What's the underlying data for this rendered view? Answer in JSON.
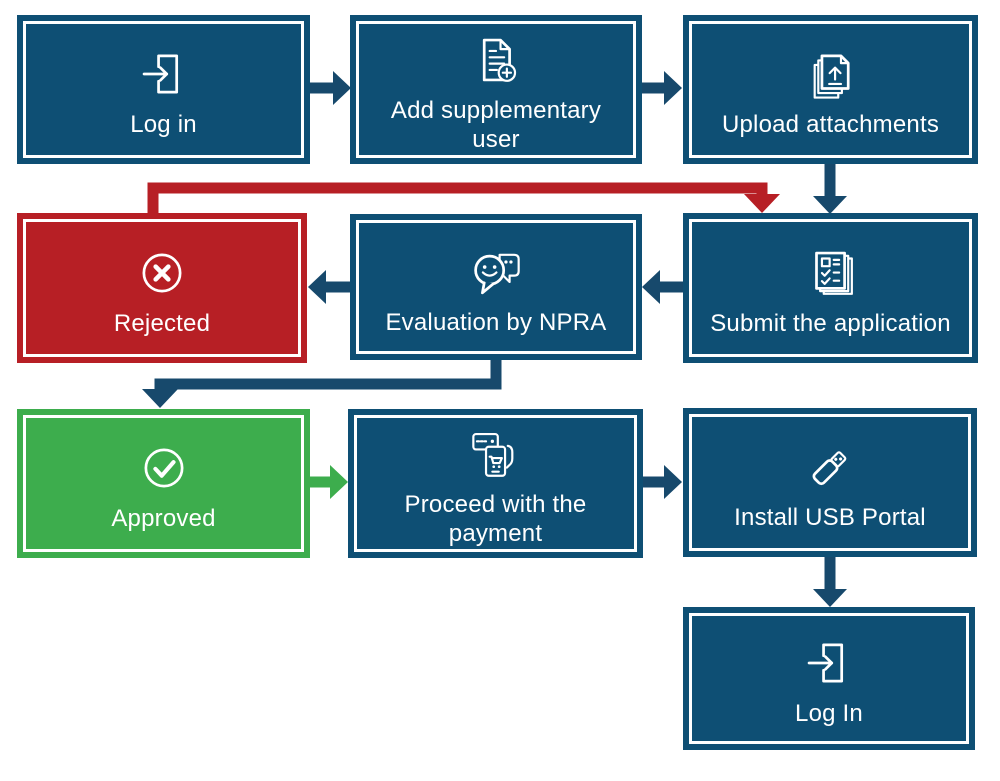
{
  "colors": {
    "process_fill": "#0E4F74",
    "rejected_fill": "#B71F25",
    "approved_fill": "#3DAD4D",
    "arrow_blue": "#17496C",
    "arrow_red": "#B71F25",
    "arrow_green": "#3DAD4D",
    "inner_border": "#FFFFFF",
    "text": "#FFFFFF"
  },
  "nodes": [
    {
      "id": "log-in",
      "label": "Log in",
      "icon": "login-icon",
      "variant": "process"
    },
    {
      "id": "add-supplementary-user",
      "label": "Add supplementary\nuser",
      "icon": "document-add-icon",
      "variant": "process"
    },
    {
      "id": "upload-attachments",
      "label": "Upload attachments",
      "icon": "upload-documents-icon",
      "variant": "process"
    },
    {
      "id": "submit-the-application",
      "label": "Submit the application",
      "icon": "checklist-documents-icon",
      "variant": "process"
    },
    {
      "id": "evaluation-by-npra",
      "label": "Evaluation by NPRA",
      "icon": "chat-feedback-icon",
      "variant": "process"
    },
    {
      "id": "rejected",
      "label": "Rejected",
      "icon": "cross-circle-icon",
      "variant": "rejected"
    },
    {
      "id": "approved",
      "label": "Approved",
      "icon": "check-circle-icon",
      "variant": "approved"
    },
    {
      "id": "proceed-with-the-payment",
      "label": "Proceed with the\npayment",
      "icon": "mobile-payment-icon",
      "variant": "process"
    },
    {
      "id": "install-usb-portal",
      "label": "Install USB Portal",
      "icon": "usb-drive-icon",
      "variant": "process"
    },
    {
      "id": "log-in-final",
      "label": "Log In",
      "icon": "login-icon",
      "variant": "process"
    }
  ],
  "edges": [
    {
      "from": "log-in",
      "to": "add-supplementary-user",
      "color": "blue"
    },
    {
      "from": "add-supplementary-user",
      "to": "upload-attachments",
      "color": "blue"
    },
    {
      "from": "upload-attachments",
      "to": "submit-the-application",
      "color": "blue"
    },
    {
      "from": "submit-the-application",
      "to": "evaluation-by-npra",
      "color": "blue"
    },
    {
      "from": "evaluation-by-npra",
      "to": "rejected",
      "color": "blue"
    },
    {
      "from": "rejected",
      "to": "submit-the-application",
      "color": "red"
    },
    {
      "from": "evaluation-by-npra",
      "to": "approved",
      "color": "blue"
    },
    {
      "from": "approved",
      "to": "proceed-with-the-payment",
      "color": "green"
    },
    {
      "from": "proceed-with-the-payment",
      "to": "install-usb-portal",
      "color": "blue"
    },
    {
      "from": "install-usb-portal",
      "to": "log-in-final",
      "color": "blue"
    }
  ]
}
